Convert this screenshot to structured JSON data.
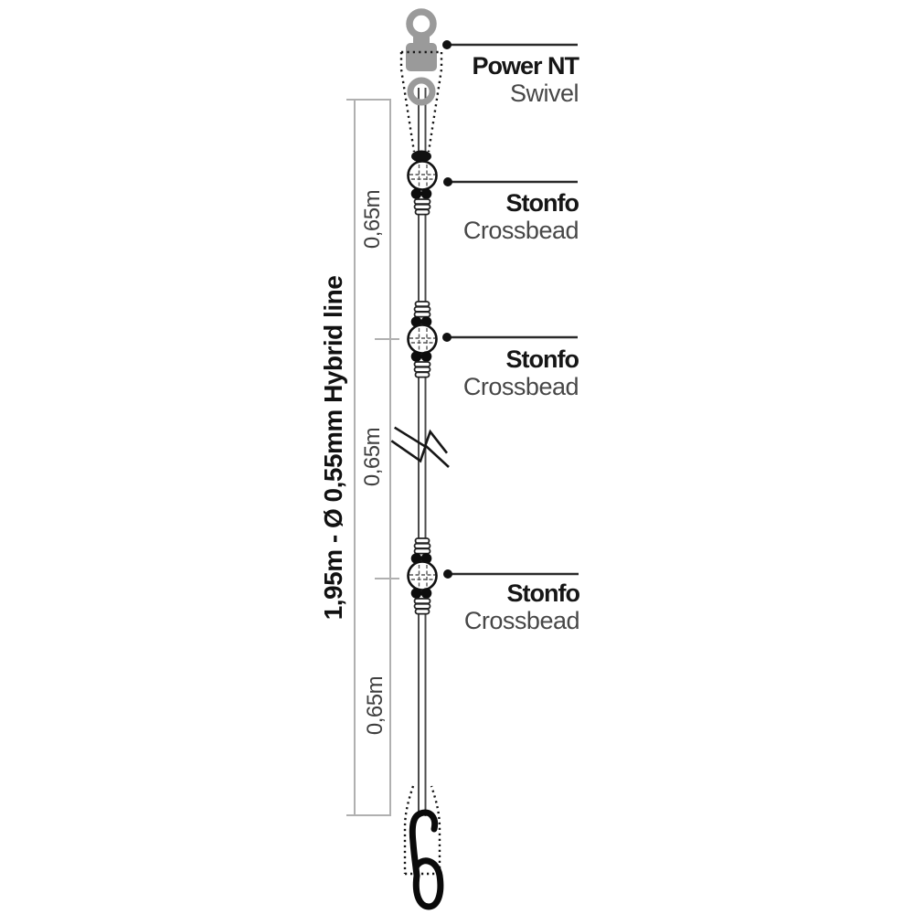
{
  "diagram": {
    "callouts": [
      {
        "name": "Power NT",
        "type": "Swivel"
      },
      {
        "name": "Stonfo",
        "type": "Crossbead"
      },
      {
        "name": "Stonfo",
        "type": "Crossbead"
      },
      {
        "name": "Stonfo",
        "type": "Crossbead"
      }
    ],
    "segment_lengths": [
      "0,65m",
      "0,65m",
      "0,65m"
    ],
    "total_length_label": "1,95m - Ø 0,55mm Hybrid line",
    "components": [
      "power-nt-swivel",
      "stonfo-crossbead",
      "stonfo-crossbead",
      "stonfo-crossbead",
      "snap-link"
    ],
    "colors": {
      "swivel_gray": "#9a9a9a",
      "dimension_gray": "#b0b0b0",
      "label_black": "#161616",
      "label_gray": "#474747",
      "line_dark": "#4a4a4a",
      "bead_black": "#0d0d0d"
    }
  }
}
